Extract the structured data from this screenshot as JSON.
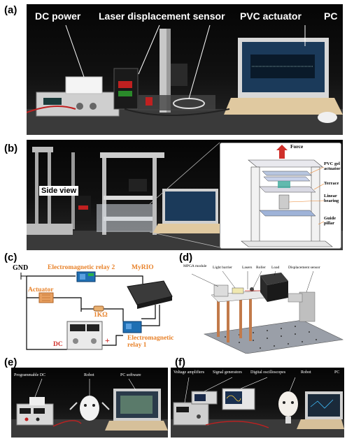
{
  "panel_a": {
    "label": "(a)",
    "callouts": [
      "DC power",
      "Laser displacement sensor",
      "PVC actuator",
      "PC"
    ]
  },
  "panel_b": {
    "label": "(b)",
    "side_view": "Side view",
    "sketch": {
      "force": "Force",
      "pvc_gel_actuator": "PVC gel actuator",
      "terrace": "Terrace",
      "linear_bearing": "Linear bearing",
      "guide_pillar": "Guide pillar"
    }
  },
  "panel_c": {
    "label": "(c)",
    "gnd": "GND",
    "relay2": "Electromagnetic relay 2",
    "myrio": "MyRIO",
    "actuator": "Actuator",
    "resistor": "1KΩ",
    "dc": "DC",
    "plus": "+",
    "relay1": "Electromagnetic relay 1"
  },
  "panel_d": {
    "label": "(d)",
    "callouts": [
      "MPGA module",
      "Light barrier",
      "Lasers",
      "Roller",
      "Load",
      "Displacement sensor"
    ]
  },
  "panel_e": {
    "label": "(e)",
    "callouts": [
      "Programmable DC",
      "Robot",
      "PC software"
    ]
  },
  "panel_f": {
    "label": "(f)",
    "callouts": [
      "Voltage amplifiers",
      "Signal generators",
      "Digital oscilloscopes",
      "Robot",
      "PC"
    ]
  },
  "colors": {
    "orange": "#e8822a",
    "red": "#d0302a",
    "relay_blue": "#1f6fb3",
    "white": "#ffffff"
  }
}
